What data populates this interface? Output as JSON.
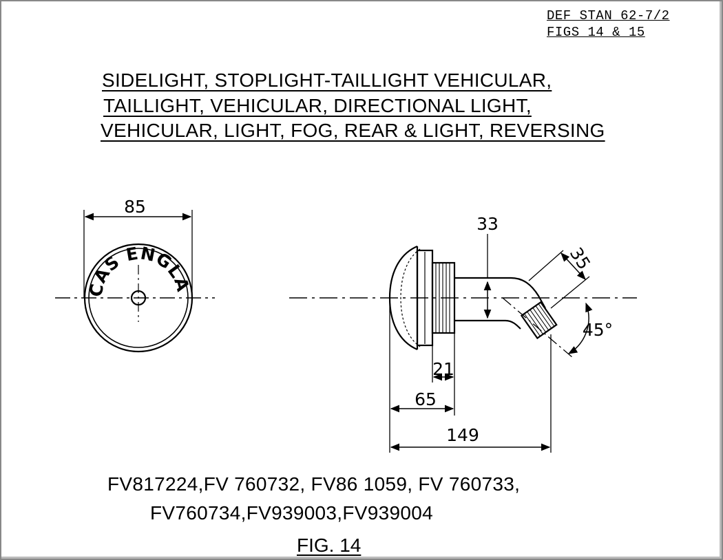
{
  "header": {
    "standard_ref": "DEF STAN 62-7/2",
    "figs_ref": "FIGS 14 & 15"
  },
  "title": {
    "line1": "SIDELIGHT,  STOPLIGHT-TAILLIGHT  VEHICULAR,",
    "line2": "TAILLIGHT,  VEHICULAR,  DIRECTIONAL  LIGHT,",
    "line3": "VEHICULAR, LIGHT, FOG, REAR & LIGHT, REVERSING"
  },
  "front_view": {
    "lens_marking": "LUCAS ENGLAND",
    "width_dim": "85"
  },
  "side_view": {
    "dim_height": "33",
    "dim_connector": "35",
    "dim_angle": "45°",
    "dim_flange": "21",
    "dim_body": "65",
    "dim_overall": "149"
  },
  "part_numbers": {
    "line1": "FV817224,FV 760732, FV86 1059, FV 760733,",
    "line2": "FV760734,FV939003,FV939004"
  },
  "figure_label": "FIG. 14"
}
